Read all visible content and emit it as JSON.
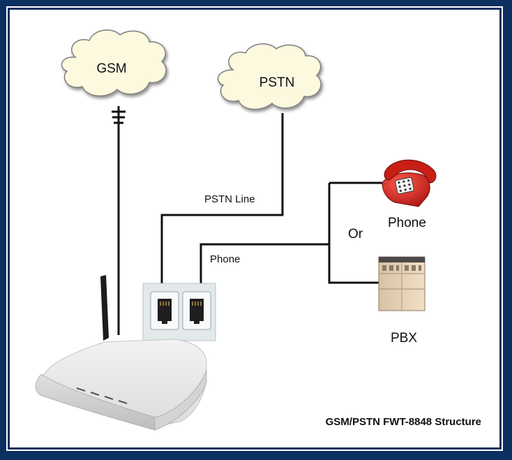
{
  "diagram": {
    "clouds": {
      "gsm": "GSM",
      "pstn": "PSTN"
    },
    "labels": {
      "pstn_line": "PSTN Line",
      "phone_line": "Phone",
      "or": "Or",
      "phone": "Phone",
      "pbx": "PBX"
    },
    "caption": "GSM/PSTN FWT-8848 Structure",
    "colors": {
      "frame": "#0c3060",
      "cloud_fill": "#fcf9df",
      "phone_red": "#d82a20",
      "wire": "#111111"
    }
  }
}
